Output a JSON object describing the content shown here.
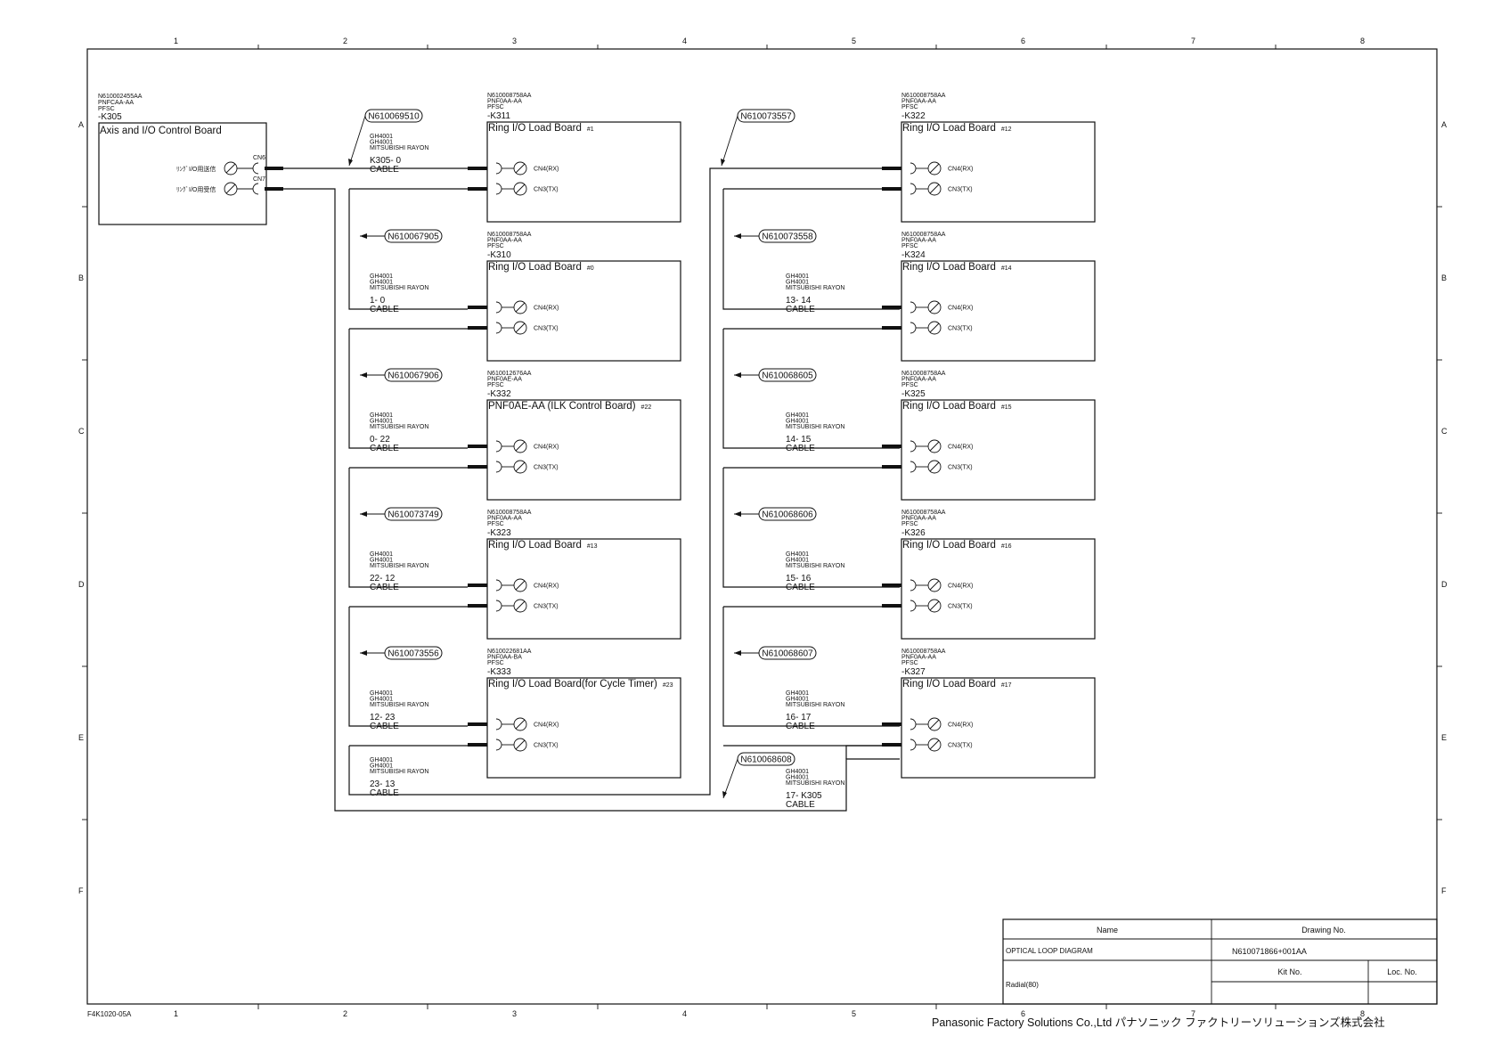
{
  "frame": {
    "columns": [
      "1",
      "2",
      "3",
      "4",
      "5",
      "6",
      "7",
      "8"
    ],
    "rows": [
      "A",
      "B",
      "C",
      "D",
      "E",
      "F"
    ],
    "form_no": "F4K1020-05A"
  },
  "axis_board": {
    "part_lines": [
      "N610002455AA",
      "PNFCAA-AA",
      "PFSC"
    ],
    "ref": "-K305",
    "title": "Axis and I/O Control Board",
    "port_send": "ﾘﾝｸﾞI/O用送信",
    "port_recv": "ﾘﾝｸﾞI/O用受信",
    "cn_send": "CN6",
    "cn_recv": "CN7"
  },
  "boards": [
    {
      "part_lines": [
        "N610008758AA",
        "PNF0AA-AA",
        "PFSC"
      ],
      "ref": "-K311",
      "title": "Ring I/O Load Board",
      "num": "#1",
      "cn_rx": "CN4(RX)",
      "cn_tx": "CN3(TX)"
    },
    {
      "part_lines": [
        "N610008758AA",
        "PNF0AA-AA",
        "PFSC"
      ],
      "ref": "-K310",
      "title": "Ring I/O Load Board",
      "num": "#0",
      "cn_rx": "CN4(RX)",
      "cn_tx": "CN3(TX)"
    },
    {
      "part_lines": [
        "N610012676AA",
        "PNF0AE-AA",
        "PFSC"
      ],
      "ref": "-K332",
      "title": "PNF0AE-AA (ILK Control Board)",
      "num": "#22",
      "cn_rx": "CN4(RX)",
      "cn_tx": "CN3(TX)"
    },
    {
      "part_lines": [
        "N610008758AA",
        "PNF0AA-AA",
        "PFSC"
      ],
      "ref": "-K323",
      "title": "Ring I/O Load Board",
      "num": "#13",
      "cn_rx": "CN4(RX)",
      "cn_tx": "CN3(TX)"
    },
    {
      "part_lines": [
        "N610022681AA",
        "PNF0AA-BA",
        "PFSC"
      ],
      "ref": "-K333",
      "title": "Ring I/O Load Board(for Cycle  Timer)",
      "num": "#23",
      "cn_rx": "CN4(RX)",
      "cn_tx": "CN3(TX)"
    },
    {
      "part_lines": [
        "N610008758AA",
        "PNF0AA-AA",
        "PFSC"
      ],
      "ref": "-K322",
      "title": "Ring I/O Load Board",
      "num": "#12",
      "cn_rx": "CN4(RX)",
      "cn_tx": "CN3(TX)"
    },
    {
      "part_lines": [
        "N610008758AA",
        "PNF0AA-AA",
        "PFSC"
      ],
      "ref": "-K324",
      "title": "Ring I/O Load Board",
      "num": "#14",
      "cn_rx": "CN4(RX)",
      "cn_tx": "CN3(TX)"
    },
    {
      "part_lines": [
        "N610008758AA",
        "PNF0AA-AA",
        "PFSC"
      ],
      "ref": "-K325",
      "title": "Ring I/O Load Board",
      "num": "#15",
      "cn_rx": "CN4(RX)",
      "cn_tx": "CN3(TX)"
    },
    {
      "part_lines": [
        "N610008758AA",
        "PNF0AA-AA",
        "PFSC"
      ],
      "ref": "-K326",
      "title": "Ring I/O Load Board",
      "num": "#16",
      "cn_rx": "CN4(RX)",
      "cn_tx": "CN3(TX)"
    },
    {
      "part_lines": [
        "N610008758AA",
        "PNF0AA-AA",
        "PFSC"
      ],
      "ref": "-K327",
      "title": "Ring I/O Load Board",
      "num": "#17",
      "cn_rx": "CN4(RX)",
      "cn_tx": "CN3(TX)"
    }
  ],
  "cable_tags": [
    "N610069510",
    "N610067905",
    "N610067906",
    "N610073749",
    "N610073556",
    "N610073557",
    "N610073558",
    "N610068605",
    "N610068606",
    "N610068607",
    "N610068608"
  ],
  "cables": [
    {
      "lines": [
        "GH4001",
        "GH4001",
        "MITSUBISHI RAYON"
      ],
      "ref": "K305- 0",
      "name": "CABLE"
    },
    {
      "lines": [
        "GH4001",
        "GH4001",
        "MITSUBISHI RAYON"
      ],
      "ref": "1- 0",
      "name": "CABLE"
    },
    {
      "lines": [
        "GH4001",
        "GH4001",
        "MITSUBISHI RAYON"
      ],
      "ref": "0- 22",
      "name": "CABLE"
    },
    {
      "lines": [
        "GH4001",
        "GH4001",
        "MITSUBISHI RAYON"
      ],
      "ref": "22- 12",
      "name": "CABLE"
    },
    {
      "lines": [
        "GH4001",
        "GH4001",
        "MITSUBISHI RAYON"
      ],
      "ref": "12- 23",
      "name": "CABLE"
    },
    {
      "lines": [
        "GH4001",
        "GH4001",
        "MITSUBISHI RAYON"
      ],
      "ref": "23- 13",
      "name": "CABLE"
    },
    {
      "lines": [
        "GH4001",
        "GH4001",
        "MITSUBISHI RAYON"
      ],
      "ref": "13- 14",
      "name": "CABLE"
    },
    {
      "lines": [
        "GH4001",
        "GH4001",
        "MITSUBISHI RAYON"
      ],
      "ref": "14- 15",
      "name": "CABLE"
    },
    {
      "lines": [
        "GH4001",
        "GH4001",
        "MITSUBISHI RAYON"
      ],
      "ref": "15- 16",
      "name": "CABLE"
    },
    {
      "lines": [
        "GH4001",
        "GH4001",
        "MITSUBISHI RAYON"
      ],
      "ref": "16- 17",
      "name": "CABLE"
    },
    {
      "lines": [
        "GH4001",
        "GH4001",
        "MITSUBISHI RAYON"
      ],
      "ref": "17- K305",
      "name": "CABLE"
    }
  ],
  "title_block": {
    "name_header": "Name",
    "drawing_no_header": "Drawing No.",
    "name_value": "OPTICAL LOOP DIAGRAM",
    "drawing_no_value": "N610071866+001AA",
    "kit_no_header": "Kit No.",
    "loc_no_header": "Loc. No.",
    "subtitle": "Radial(80)"
  },
  "company": "Panasonic Factory Solutions Co.,Ltd パナソニック ファクトリーソリューションズ株式会社"
}
